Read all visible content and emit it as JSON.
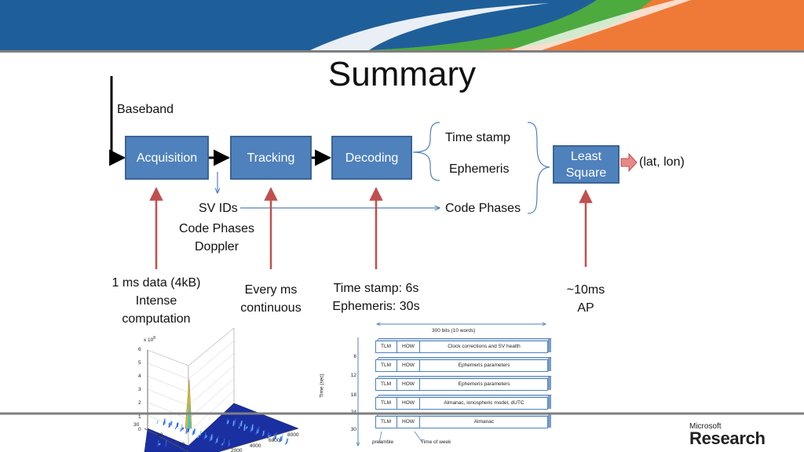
{
  "slide": {
    "title": "Summary",
    "baseband": "Baseband",
    "blocks": {
      "acquisition": "Acquisition",
      "tracking": "Tracking",
      "decoding": "Decoding",
      "least_square": [
        "Least",
        "Square"
      ]
    },
    "decoded_outputs": [
      "Time stamp",
      "Ephemeris",
      "Code Phases"
    ],
    "tracking_outputs": [
      "SV IDs",
      "Code Phases",
      "Doppler"
    ],
    "result": "(lat, lon)",
    "inputs": {
      "acquisition": [
        "1 ms data (4kB)",
        "Intense",
        "computation"
      ],
      "tracking": [
        "Every ms",
        "continuous"
      ],
      "decoding": [
        "Time stamp: 6s",
        "Ephemeris: 30s"
      ],
      "least_square": [
        "~10ms",
        "AP"
      ]
    },
    "logo": [
      "Microsoft",
      "Research"
    ]
  },
  "frame_diagram": {
    "width_label": "300 bits (10 words)",
    "time_axis_label": "Time (sec)",
    "time_ticks": [
      "6",
      "12",
      "18",
      "24",
      "30"
    ],
    "rows": [
      {
        "tlm": "TLM",
        "how": "HOW",
        "content": "Clock corrections and SV health"
      },
      {
        "tlm": "TLM",
        "how": "HOW",
        "content": "Ephemeris parameters"
      },
      {
        "tlm": "TLM",
        "how": "HOW",
        "content": "Ephemeris parameters"
      },
      {
        "tlm": "TLM",
        "how": "HOW",
        "content": "Almanac, ionospheric model, dUTC"
      },
      {
        "tlm": "TLM",
        "how": "HOW",
        "content": "Almanac"
      }
    ],
    "bottom_labels": [
      "preamble",
      "Time of week"
    ]
  },
  "surface_plot": {
    "z_multiplier": "x 10",
    "z_exponent": "8",
    "z_ticks": [
      "6",
      "5",
      "4",
      "3",
      "2",
      "1",
      "0"
    ],
    "y_ticks": [
      "30",
      "20",
      "10"
    ],
    "x_ticks": [
      "8000",
      "6000",
      "4000",
      "2000"
    ]
  },
  "colors": {
    "block_fill": "#4f81bd",
    "block_border": "#3a6494",
    "input_arrow": "#c0504d",
    "thin_arrow": "#4f81bd",
    "header_blue": "#1f5f99",
    "header_green": "#4daa3f",
    "header_orange": "#ef7a37"
  }
}
